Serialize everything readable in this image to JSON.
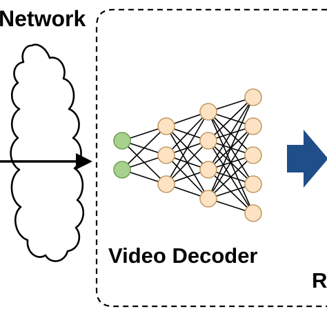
{
  "labels": {
    "network": "Network",
    "decoder": "Video Decoder",
    "right_partial": "R"
  },
  "colors": {
    "input_node_fill": "#a9d18e",
    "input_node_stroke": "#6f9f55",
    "hidden_node_fill": "#fde3c3",
    "hidden_node_stroke": "#c39a64",
    "edge": "#000000",
    "box_border": "#000000",
    "arrow_right": "#1f4e89",
    "cloud_stroke": "#000000"
  },
  "network": {
    "layers": [
      2,
      3,
      4,
      5
    ],
    "layer_roles": [
      "input",
      "hidden",
      "hidden",
      "hidden"
    ]
  },
  "icons": {
    "cloud": "cloud-icon",
    "input_arrow": "arrow-right-icon",
    "output_arrow": "block-arrow-right-icon"
  }
}
